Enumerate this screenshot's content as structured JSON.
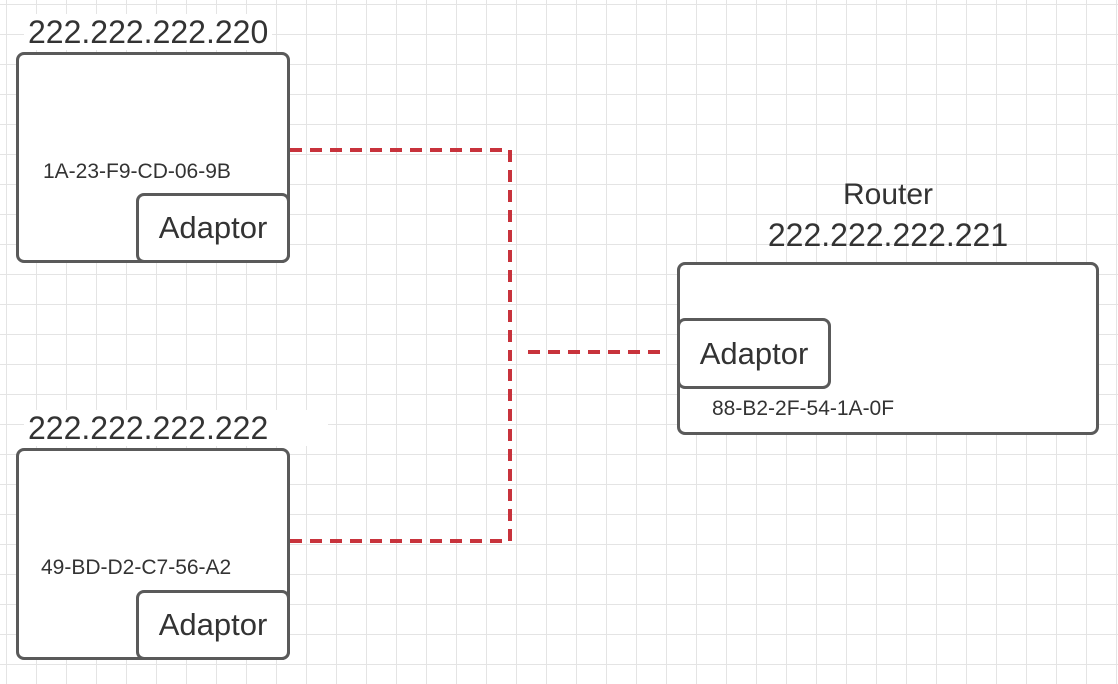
{
  "host_top": {
    "ip": "222.222.222.220",
    "mac": "1A-23-F9-CD-06-9B",
    "adaptor_label": "Adaptor"
  },
  "host_bottom": {
    "ip": "222.222.222.222",
    "mac": "49-BD-D2-C7-56-A2",
    "adaptor_label": "Adaptor"
  },
  "router": {
    "title": "Router",
    "ip": "222.222.222.221",
    "mac": "88-B2-2F-54-1A-0F",
    "adaptor_label": "Adaptor"
  },
  "colors": {
    "link": "#c8333c",
    "border": "#5a5a5a",
    "text": "#333333",
    "grid": "#e4e4e4"
  }
}
